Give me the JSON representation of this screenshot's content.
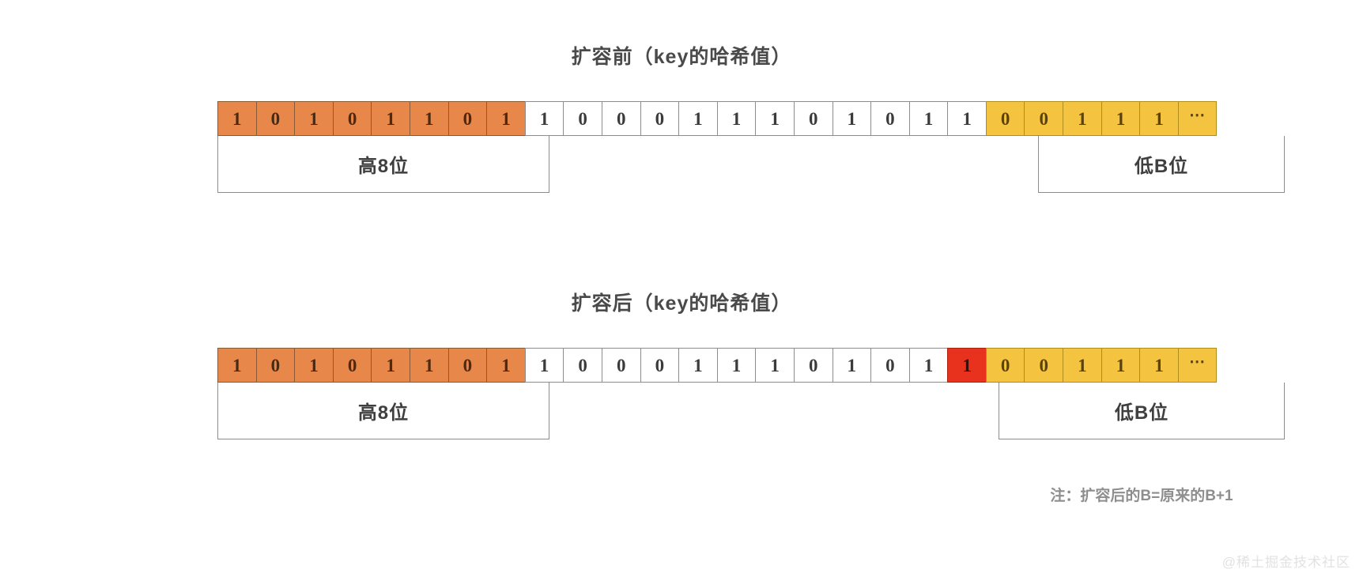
{
  "page": {
    "watermark": "@稀土掘金技术社区"
  },
  "sections": [
    {
      "id": "before",
      "title": "扩容前（key的哈希值）",
      "high_label": "高8位",
      "low_label": "低B位",
      "high_bits": [
        "1",
        "0",
        "1",
        "0",
        "1",
        "1",
        "0",
        "1"
      ],
      "mid_bits": [
        "1",
        "0",
        "0",
        "0",
        "1",
        "1",
        "1",
        "0",
        "1",
        "0",
        "1",
        "1"
      ],
      "new_bit": null,
      "low_bits": [
        "0",
        "0",
        "1",
        "1",
        "1"
      ],
      "ellipsis": "⋯",
      "note": null
    },
    {
      "id": "after",
      "title": "扩容后（key的哈希值）",
      "high_label": "高8位",
      "low_label": "低B位",
      "high_bits": [
        "1",
        "0",
        "1",
        "0",
        "1",
        "1",
        "0",
        "1"
      ],
      "mid_bits": [
        "1",
        "0",
        "0",
        "0",
        "1",
        "1",
        "1",
        "0",
        "1",
        "0",
        "1"
      ],
      "new_bit": "1",
      "low_bits": [
        "0",
        "0",
        "1",
        "1",
        "1"
      ],
      "ellipsis": "⋯",
      "note": "注：扩容后的B=原来的B+1"
    }
  ],
  "colors": {
    "high_fill": "#e8874a",
    "mid_fill": "#ffffff",
    "low_fill": "#f4c340",
    "new_bit_fill": "#e8321e",
    "title_text": "#4a4a4a",
    "note_text": "#8e8e8e",
    "watermark_text": "#e2e2e2"
  }
}
